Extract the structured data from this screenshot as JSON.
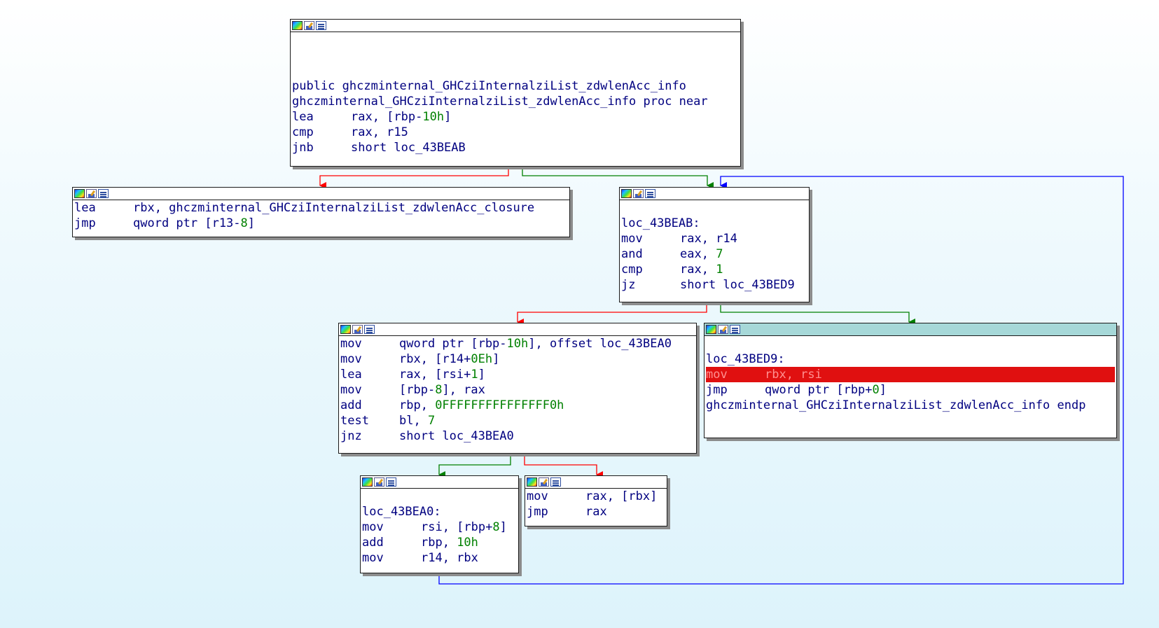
{
  "colors": {
    "edge_true": "#008000",
    "edge_false": "#ff0000",
    "edge_back": "#0000ff",
    "text": "#000080",
    "number": "#008000",
    "highlight": "#e01010",
    "active_title": "#a6d8d8"
  },
  "blocks": {
    "b0": {
      "lines": [
        "",
        "",
        "",
        "public ghczminternal_GHCziInternalziList_zdwlenAcc_info",
        "ghczminternal_GHCziInternalziList_zdwlenAcc_info proc near"
      ],
      "insns": [
        {
          "mn": "lea",
          "a": "rax, [rbp-",
          "n": "10h",
          "b": "]"
        },
        {
          "mn": "cmp",
          "a": "rax, r15",
          "n": "",
          "b": ""
        },
        {
          "mn": "jnb",
          "a": "short loc_43BEAB",
          "n": "",
          "b": ""
        }
      ]
    },
    "b1": {
      "insns": [
        {
          "mn": "lea",
          "a": "rbx, ghczminternal_GHCziInternalziList_zdwlenAcc_closure",
          "n": "",
          "b": ""
        },
        {
          "mn": "jmp",
          "a": "qword ptr [r13-",
          "n": "8",
          "b": "]"
        }
      ]
    },
    "b2": {
      "label": "loc_43BEAB:",
      "insns": [
        {
          "mn": "mov",
          "a": "rax, r14",
          "n": "",
          "b": ""
        },
        {
          "mn": "and",
          "a": "eax, ",
          "n": "7",
          "b": ""
        },
        {
          "mn": "cmp",
          "a": "rax, ",
          "n": "1",
          "b": ""
        },
        {
          "mn": "jz",
          "a": "short loc_43BED9",
          "n": "",
          "b": ""
        }
      ]
    },
    "b3": {
      "insns": [
        {
          "mn": "mov",
          "a": "qword ptr [rbp-",
          "n": "10h",
          "b": "], offset loc_43BEA0"
        },
        {
          "mn": "mov",
          "a": "rbx, [r14+",
          "n": "0Eh",
          "b": "]"
        },
        {
          "mn": "lea",
          "a": "rax, [rsi+",
          "n": "1",
          "b": "]"
        },
        {
          "mn": "mov",
          "a": "[rbp-",
          "n": "8",
          "b": "], rax"
        },
        {
          "mn": "add",
          "a": "rbp, ",
          "n": "0FFFFFFFFFFFFFFF0h",
          "b": ""
        },
        {
          "mn": "test",
          "a": "bl, ",
          "n": "7",
          "b": ""
        },
        {
          "mn": "jnz",
          "a": "short loc_43BEA0",
          "n": "",
          "b": ""
        }
      ]
    },
    "b4": {
      "label": "loc_43BED9:",
      "insns": [
        {
          "mn": "mov",
          "a": "rbx, rsi",
          "n": "",
          "b": ""
        },
        {
          "mn": "jmp",
          "a": "qword ptr [rbp+",
          "n": "0",
          "b": "]"
        }
      ],
      "endp": "ghczminternal_GHCziInternalziList_zdwlenAcc_info endp"
    },
    "b5": {
      "label": "loc_43BEA0:",
      "insns": [
        {
          "mn": "mov",
          "a": "rsi, [rbp+",
          "n": "8",
          "b": "]"
        },
        {
          "mn": "add",
          "a": "rbp, ",
          "n": "10h",
          "b": ""
        },
        {
          "mn": "mov",
          "a": "r14, rbx",
          "n": "",
          "b": ""
        }
      ]
    },
    "b6": {
      "insns": [
        {
          "mn": "mov",
          "a": "rax, [rbx]",
          "n": "",
          "b": ""
        },
        {
          "mn": "jmp",
          "a": "rax",
          "n": "",
          "b": ""
        }
      ]
    }
  },
  "icons": [
    "color-palette-icon",
    "edit-color-icon",
    "graph-view-icon"
  ]
}
